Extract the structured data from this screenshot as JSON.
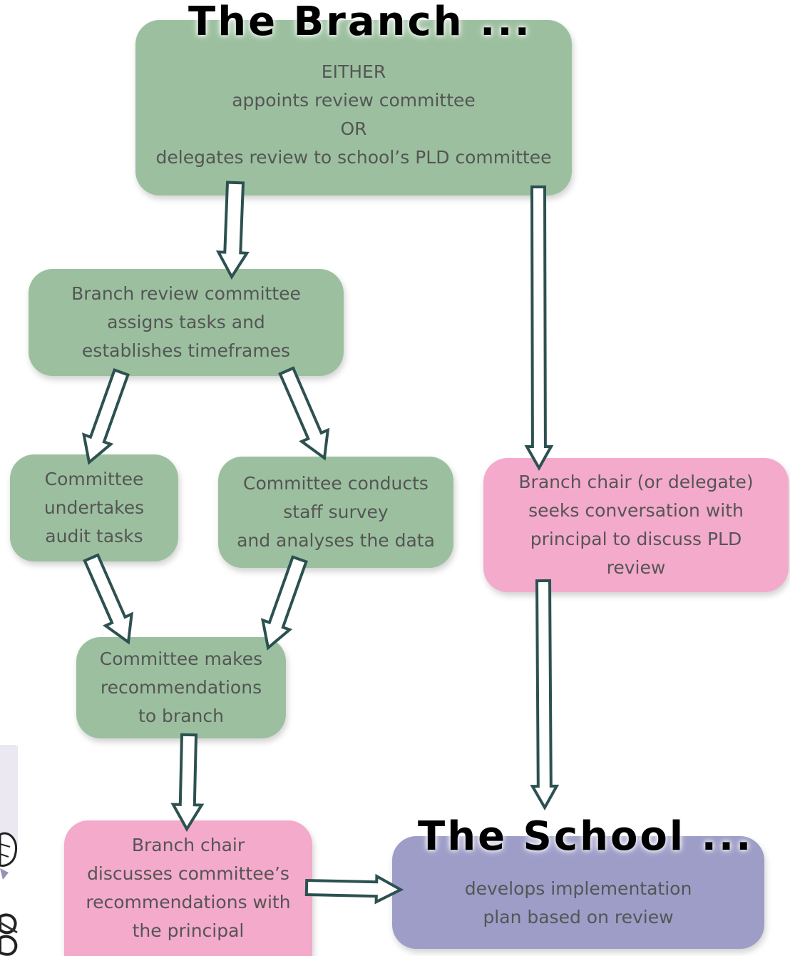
{
  "headings": {
    "branch": "The Branch ...",
    "school": "The School ..."
  },
  "boxes": {
    "branch": [
      "EITHER",
      "appoints review committee",
      "OR",
      "delegates review to school’s PLD committee"
    ],
    "committee": [
      "Branch review committee",
      "assigns tasks and",
      "establishes timeframes"
    ],
    "audit": [
      "Committee",
      "undertakes",
      "audit tasks"
    ],
    "survey": [
      "Committee conducts",
      "staff survey",
      "and analyses the data"
    ],
    "recommend": [
      "Committee makes",
      "recommendations",
      "to branch"
    ],
    "chair_discuss": [
      "Branch chair",
      "discusses committee’s",
      "recommendations with",
      "the principal"
    ],
    "chair_seeks": [
      "Branch chair (or delegate)",
      "seeks conversation with",
      "principal to discuss PLD",
      "review"
    ],
    "school": [
      "develops implementation",
      "plan based on review"
    ]
  },
  "colors": {
    "green": "#9cc09f",
    "pink": "#f4aacb",
    "purple": "#9d9dc8",
    "arrow_stroke": "#2c5150"
  }
}
